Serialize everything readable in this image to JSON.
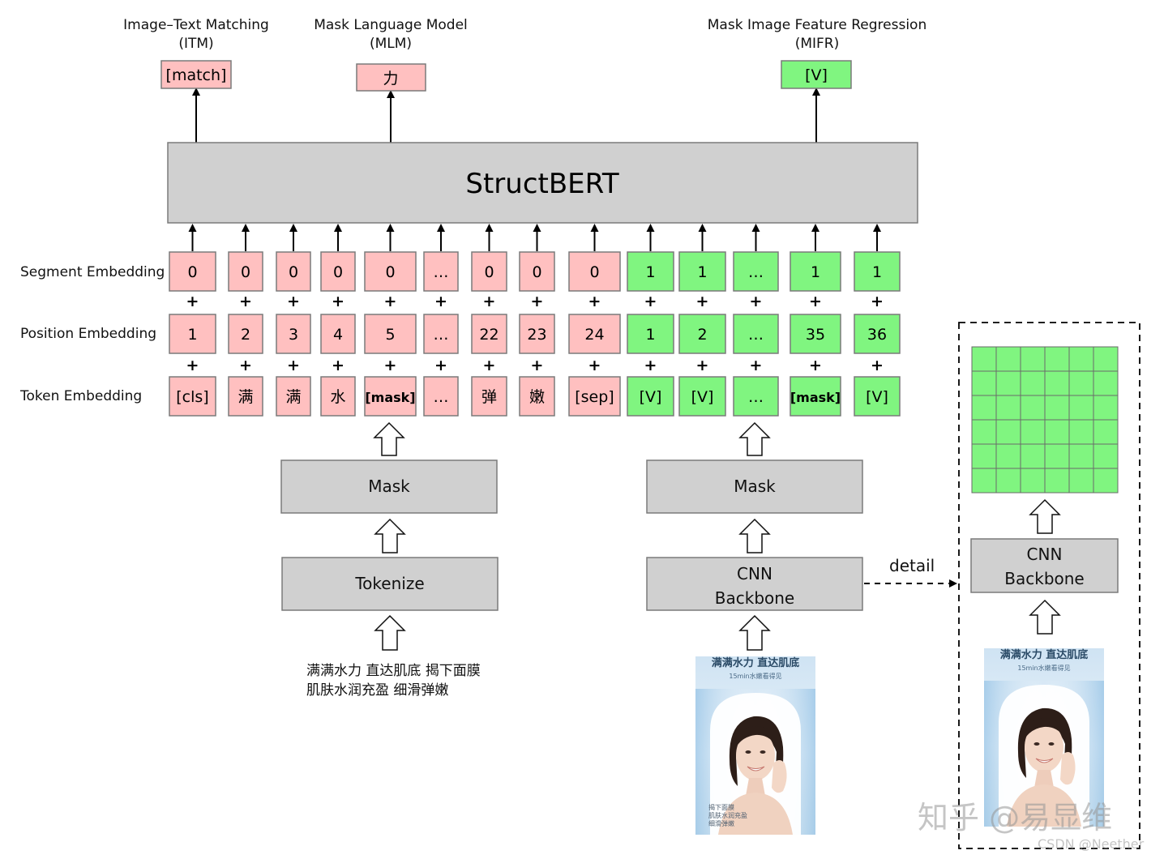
{
  "colors": {
    "pink": "#ffc0c0",
    "green": "#80f580",
    "gray": "#d0d0d0",
    "border": "#7a7a7a"
  },
  "tasks": [
    {
      "title": "Image–Text Matching",
      "abbr": "(ITM)",
      "token": "[match]",
      "color": "pink"
    },
    {
      "title": "Mask Language Model",
      "abbr": "(MLM)",
      "token": "力",
      "color": "pink"
    },
    {
      "title": "Mask Image Feature Regression",
      "abbr": "(MIFR)",
      "token": "[V]",
      "color": "green"
    }
  ],
  "model": {
    "name": "StructBERT"
  },
  "row_labels": {
    "segment": "Segment Embedding",
    "position": "Position Embedding",
    "token": "Token Embedding"
  },
  "plus": "+",
  "columns": [
    {
      "segment": "0",
      "position": "1",
      "token": "[cls]",
      "modality": "text"
    },
    {
      "segment": "0",
      "position": "2",
      "token": "满",
      "modality": "text"
    },
    {
      "segment": "0",
      "position": "3",
      "token": "满",
      "modality": "text"
    },
    {
      "segment": "0",
      "position": "4",
      "token": "水",
      "modality": "text"
    },
    {
      "segment": "0",
      "position": "5",
      "token": "[mask]",
      "modality": "text"
    },
    {
      "segment": "…",
      "position": "…",
      "token": "…",
      "modality": "text"
    },
    {
      "segment": "0",
      "position": "22",
      "token": "弹",
      "modality": "text"
    },
    {
      "segment": "0",
      "position": "23",
      "token": "嫩",
      "modality": "text"
    },
    {
      "segment": "0",
      "position": "24",
      "token": "[sep]",
      "modality": "text"
    },
    {
      "segment": "1",
      "position": "1",
      "token": "[V]",
      "modality": "image"
    },
    {
      "segment": "1",
      "position": "2",
      "token": "[V]",
      "modality": "image"
    },
    {
      "segment": "…",
      "position": "…",
      "token": "…",
      "modality": "image"
    },
    {
      "segment": "1",
      "position": "35",
      "token": "[mask]",
      "modality": "image"
    },
    {
      "segment": "1",
      "position": "36",
      "token": "[V]",
      "modality": "image"
    }
  ],
  "text_pipeline": {
    "mask": "Mask",
    "tokenize": "Tokenize",
    "input_line1": "满满水力 直达肌底 揭下面膜",
    "input_line2": "肌肤水润充盈 细滑弹嫩"
  },
  "image_pipeline": {
    "mask": "Mask",
    "cnn_line1": "CNN",
    "cnn_line2": "Backbone",
    "detail": "detail"
  },
  "detail_panel": {
    "cnn_line1": "CNN",
    "cnn_line2": "Backbone",
    "grid_rows": 6,
    "grid_cols": 6
  },
  "poster": {
    "headline": "满满水力 直达肌底",
    "subline": "15min水嫩看得见",
    "caption_lines": [
      "揭下面膜",
      "肌肤水润充盈",
      "细滑弹嫩"
    ]
  },
  "watermarks": {
    "zhihu": "知乎 @易显维",
    "csdn": "CSDN @Neether"
  }
}
